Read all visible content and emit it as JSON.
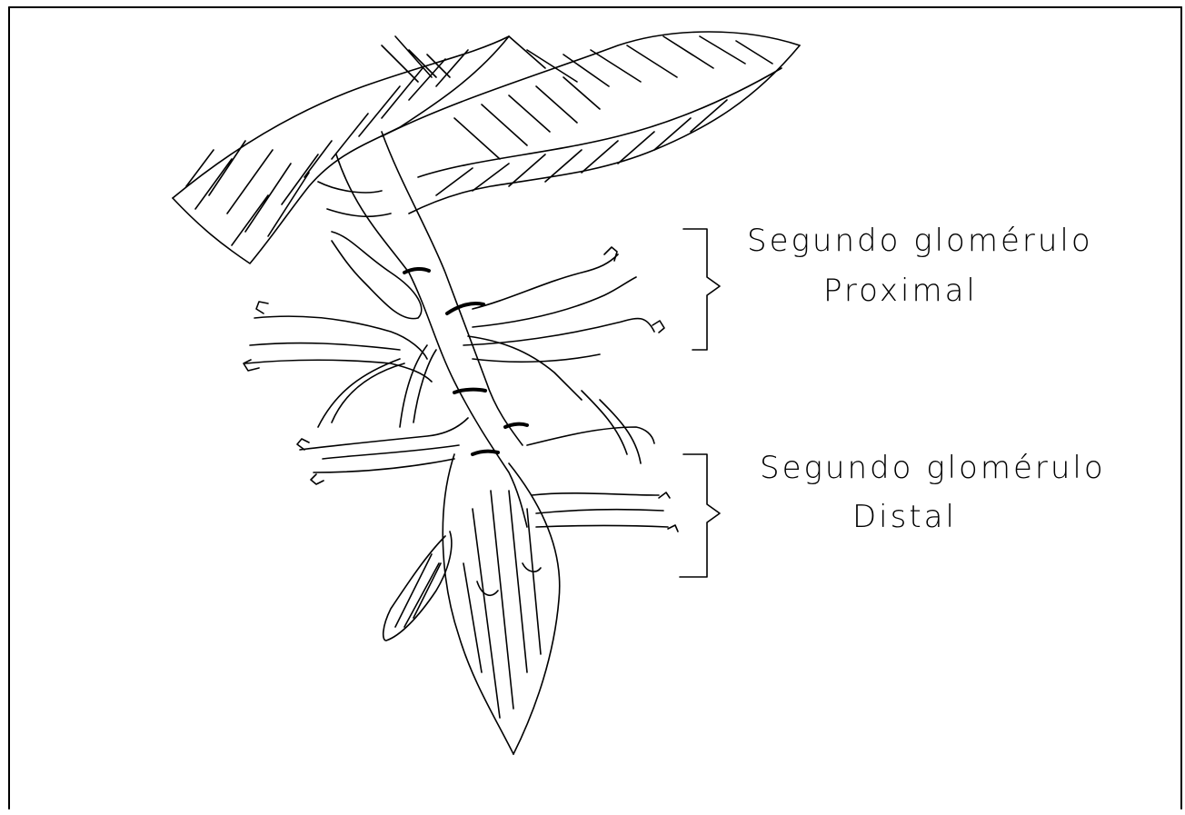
{
  "annotations": {
    "proximal": {
      "line1": "Segundo glomérulo",
      "line2": "Proximal"
    },
    "distal": {
      "line1": "Segundo glomérulo",
      "line2": "Distal"
    }
  },
  "colors": {
    "ink": "#000000",
    "paper": "#ffffff"
  }
}
